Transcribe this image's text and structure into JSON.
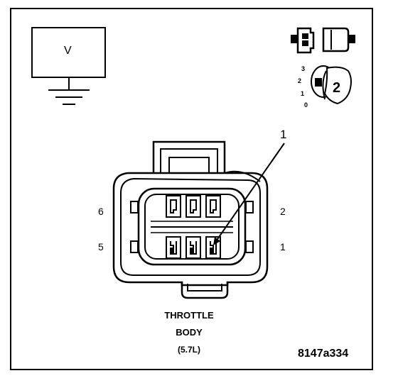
{
  "meter": {
    "symbol": "V"
  },
  "callout": {
    "number": "1"
  },
  "pins": {
    "p6": "6",
    "p5": "5",
    "p2": "2",
    "p1": "1"
  },
  "key_scale": {
    "s3": "3",
    "s2": "2",
    "s1": "1",
    "s0": "0",
    "key_number": "2"
  },
  "caption": {
    "line1": "THROTTLE",
    "line2": "BODY",
    "line3": "(5.7L)"
  },
  "figure_id": "8147a334"
}
